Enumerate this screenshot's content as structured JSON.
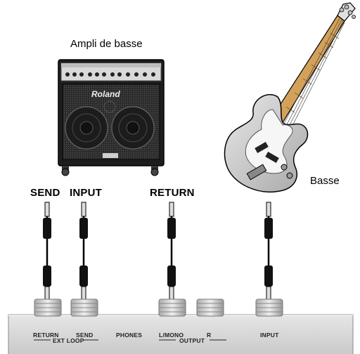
{
  "amp": {
    "label": "Ampli de basse",
    "brand": "Roland"
  },
  "bass": {
    "label": "Basse"
  },
  "cable_labels": {
    "send": "SEND",
    "input": "INPUT",
    "return": "RETURN"
  },
  "panel": {
    "return": "RETURN",
    "send": "SEND",
    "ext_loop": "EXT LOOP",
    "phones": "PHONES",
    "l_mono": "L/MONO",
    "r": "R",
    "output": "OUTPUT",
    "input": "INPUT"
  },
  "colors": {
    "panel": "#d8d8d8",
    "amp_body": "#1a1a1a",
    "bass_body": "#cfcfcf"
  }
}
